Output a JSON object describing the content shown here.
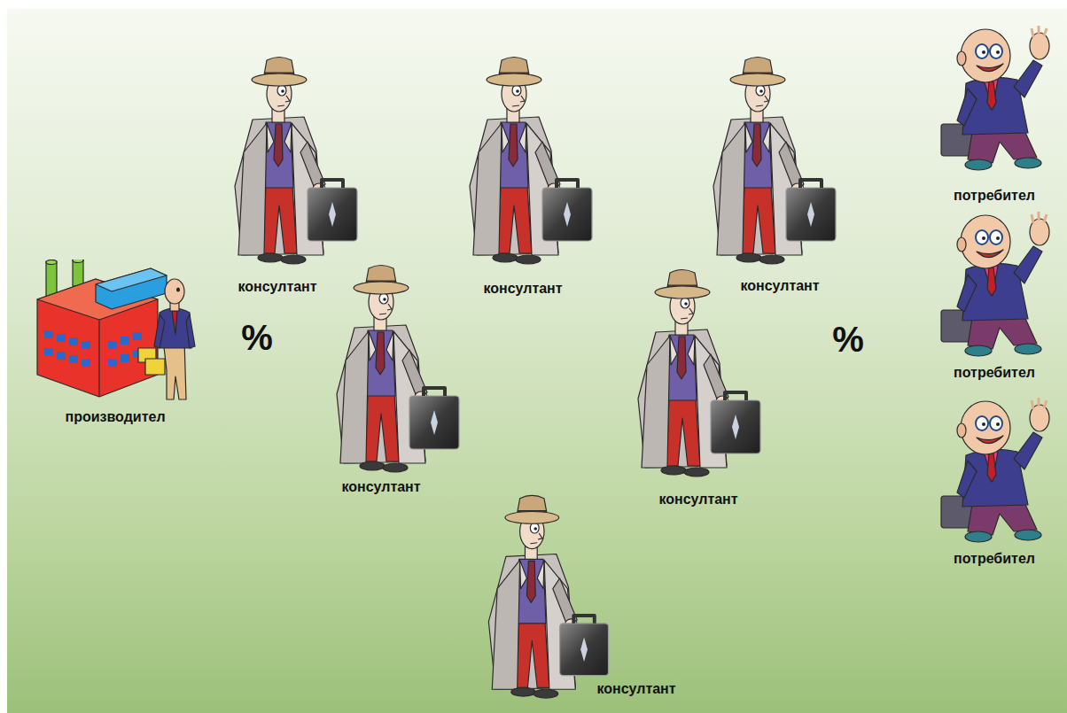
{
  "diagram": {
    "nodes": [
      {
        "text": [
          "производител"
        ]
      },
      {
        "text": [
          "консултант"
        ]
      },
      {
        "text": [
          "консултант"
        ]
      },
      {
        "text": [
          "консултант"
        ]
      },
      {
        "text": [
          "консултант"
        ]
      },
      {
        "text": [
          "консултант"
        ]
      },
      {
        "text": [
          "консултант"
        ]
      },
      {
        "text": [
          "потребител"
        ]
      },
      {
        "text": [
          "потребител"
        ]
      },
      {
        "text": [
          "потребител"
        ]
      }
    ],
    "labels": [
      "%",
      "%"
    ]
  }
}
